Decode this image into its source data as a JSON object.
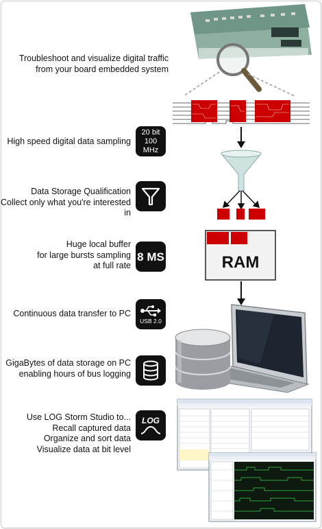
{
  "rows": [
    {
      "lines": [
        "Troubleshoot and visualize digital traffic",
        "from your board embedded system"
      ]
    },
    {
      "lines": [
        "High speed digital data sampling"
      ],
      "badge": {
        "type": "text",
        "lines": [
          "20 bit",
          "100 MHz"
        ]
      }
    },
    {
      "lines": [
        "Data Storage Qualification",
        "Collect only what you're interested in"
      ],
      "badge": {
        "type": "icon",
        "icon": "funnel-icon"
      }
    },
    {
      "lines": [
        "Huge local buffer",
        "for large bursts sampling",
        "at full rate"
      ],
      "badge": {
        "type": "text",
        "lines": [
          "8 MS"
        ]
      }
    },
    {
      "lines": [
        "Continuous data transfer to PC"
      ],
      "badge": {
        "type": "icon",
        "icon": "usb-icon",
        "label": "USB 2.0"
      }
    },
    {
      "lines": [
        "GigaBytes of data storage on PC",
        "enabling hours of bus logging"
      ],
      "badge": {
        "type": "icon",
        "icon": "database-icon"
      }
    },
    {
      "lines": [
        "Use LOG Storm Studio to...",
        "Recall captured data",
        "Organize and sort data",
        "Visualize data at bit level"
      ],
      "badge": {
        "type": "icon",
        "icon": "log-icon",
        "label": "LOG"
      }
    }
  ],
  "diagram": {
    "ram_label": "RAM"
  },
  "colors": {
    "accent": "#cc0000",
    "badge": "#111111"
  }
}
